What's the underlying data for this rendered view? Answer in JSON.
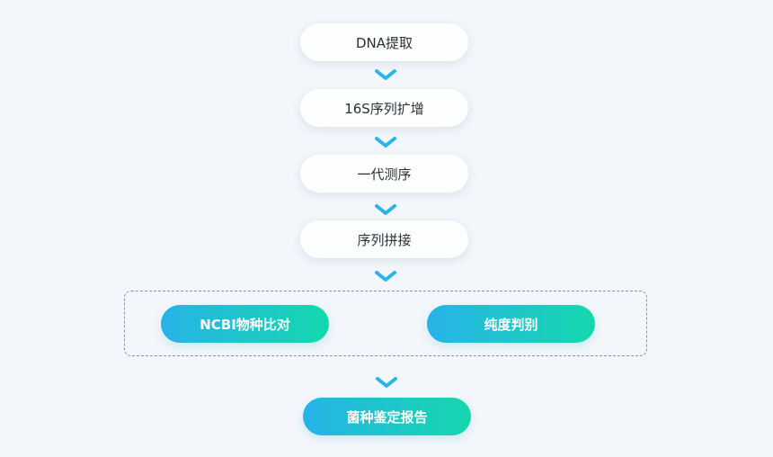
{
  "steps": [
    "DNA提取",
    "16S序列扩增",
    "一代测序",
    "序列拼接"
  ],
  "parallel": {
    "left": "NCBI物种比对",
    "right": "纯度判别"
  },
  "final": "菌种鉴定报告",
  "colors": {
    "background": "#f3f6fa",
    "arrow": "#29b6e6",
    "gradient_start": "#27b3e8",
    "gradient_end": "#14d8ac"
  }
}
